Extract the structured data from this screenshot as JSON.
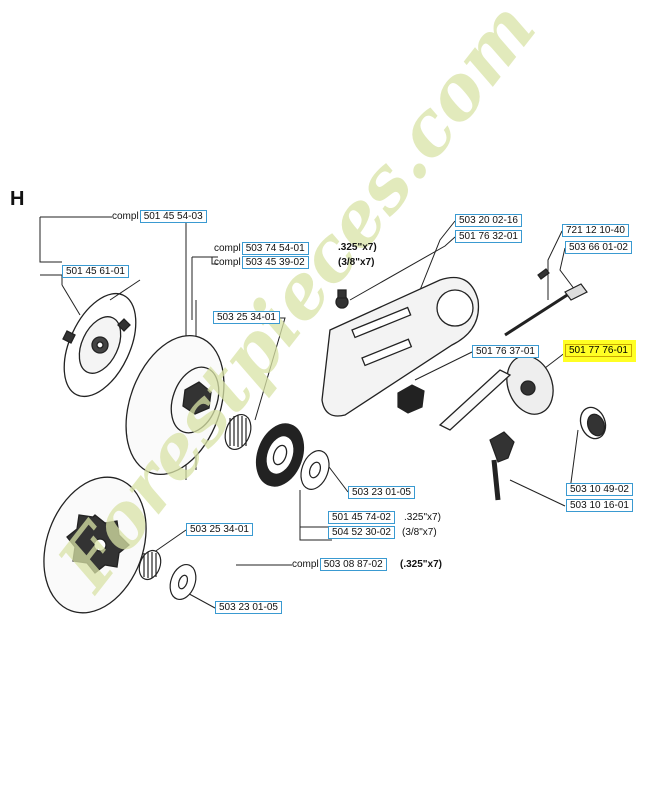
{
  "section": "H",
  "watermark": "Forestpieces.com",
  "parts": {
    "p1": {
      "prefix": "compl",
      "number": "501 45 54-03"
    },
    "p2": {
      "prefix": "",
      "number": "501 45 61-01"
    },
    "p3": {
      "prefix": "compl",
      "number": "503 74 54-01"
    },
    "p4": {
      "prefix": "compl",
      "number": "503 45 39-02"
    },
    "p5": {
      "prefix": "",
      "number": "503 25 34-01"
    },
    "p6": {
      "prefix": "",
      "number": "503 23 01-05"
    },
    "p7": {
      "prefix": "",
      "number": "501 45 74-02"
    },
    "p8": {
      "prefix": "",
      "number": "504 52 30-02"
    },
    "p9": {
      "prefix": "",
      "number": "503 25 34-01"
    },
    "p10": {
      "prefix": "compl",
      "number": "503 08 87-02"
    },
    "p11": {
      "prefix": "",
      "number": "503 23 01-05"
    },
    "p12": {
      "prefix": "",
      "number": "503 20 02-16"
    },
    "p13": {
      "prefix": "",
      "number": "501 76 32-01"
    },
    "p14": {
      "prefix": "",
      "number": "501 76 37-01"
    },
    "p15": {
      "prefix": "",
      "number": "721 12 10-40"
    },
    "p16": {
      "prefix": "",
      "number": "503 66 01-02"
    },
    "p17": {
      "prefix": "",
      "number": "501 77 76-01",
      "highlight": "#ffff24"
    },
    "p18": {
      "prefix": "",
      "number": "503 10 49-02"
    },
    "p19": {
      "prefix": "",
      "number": "503 10 16-01"
    }
  },
  "notes": {
    "n1": ".325\"x7)",
    "n2": "(3/8\"x7)",
    "n3": ".325\"x7)",
    "n4": "(3/8\"x7)",
    "n5": "(.325\"x7)"
  },
  "colors": {
    "label_box": "#3a9ad1",
    "highlight": "#ffff24",
    "watermark": "#d9e3a6",
    "lines": "#222222"
  }
}
